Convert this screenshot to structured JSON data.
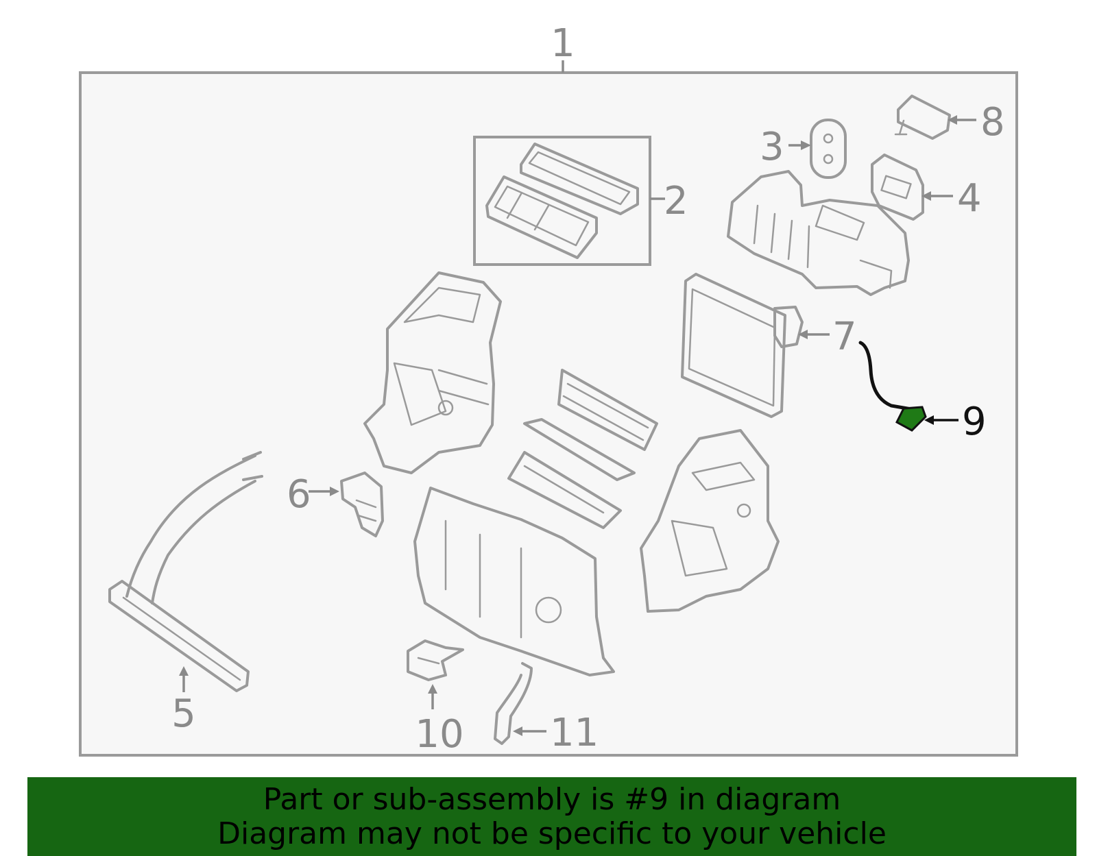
{
  "diagram": {
    "assembly_label": "1",
    "callouts": [
      "2",
      "3",
      "4",
      "5",
      "6",
      "7",
      "8",
      "9",
      "10",
      "11"
    ],
    "highlighted_part": "9",
    "highlight_color": "#166612",
    "line_color": "#9a9a9a"
  },
  "banner": {
    "line1": "Part or sub-assembly is #9 in diagram",
    "line2": "Diagram may not be specific to your vehicle",
    "background": "#166612"
  }
}
